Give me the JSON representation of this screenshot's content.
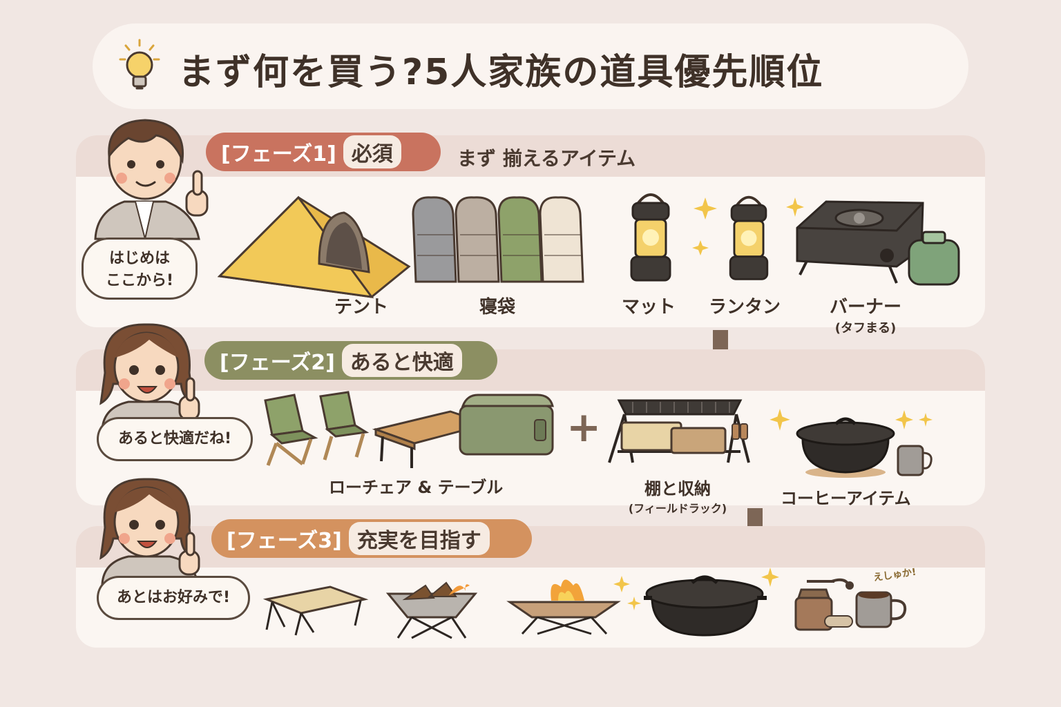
{
  "title": "まず何を買う?5人家族の道具優先順位",
  "phase1": {
    "tag": "[フェーズ1]",
    "badge": "必須",
    "subtitle": "まず 揃えるアイテム",
    "bubble_line1": "はじめは",
    "bubble_line2": "ここから!",
    "items": [
      "テント",
      "寝袋",
      "マット",
      "ランタン"
    ],
    "burner_label": "バーナー",
    "burner_sub": "(タフまる)"
  },
  "phase2": {
    "tag": "[フェーズ2]",
    "badge": "あると快適",
    "bubble": "あると快適だね!",
    "items": [
      "ローチェア & テーブル",
      "棚と収納",
      "コーヒーアイテム"
    ],
    "rack_sub": "(フィールドラック)",
    "plus": "+"
  },
  "phase3": {
    "tag": "[フェーズ3]",
    "badge": "充実を目指す",
    "bubble": "あとはお好みで!",
    "doodle": "えしゅか!"
  },
  "colors": {
    "phase1": "#c9735f",
    "phase2": "#8c8f62",
    "phase3": "#d4925f",
    "arrow": "#7d6656"
  },
  "icons": [
    "lightbulb-icon",
    "tent-icon",
    "sleeping-bag-icon",
    "lantern-icon",
    "burner-icon",
    "chair-icon",
    "table-icon",
    "cooler-icon",
    "rack-icon",
    "dutch-oven-icon",
    "mug-icon",
    "fire-pit-icon",
    "coffee-grinder-icon",
    "arrow-down-icon"
  ]
}
